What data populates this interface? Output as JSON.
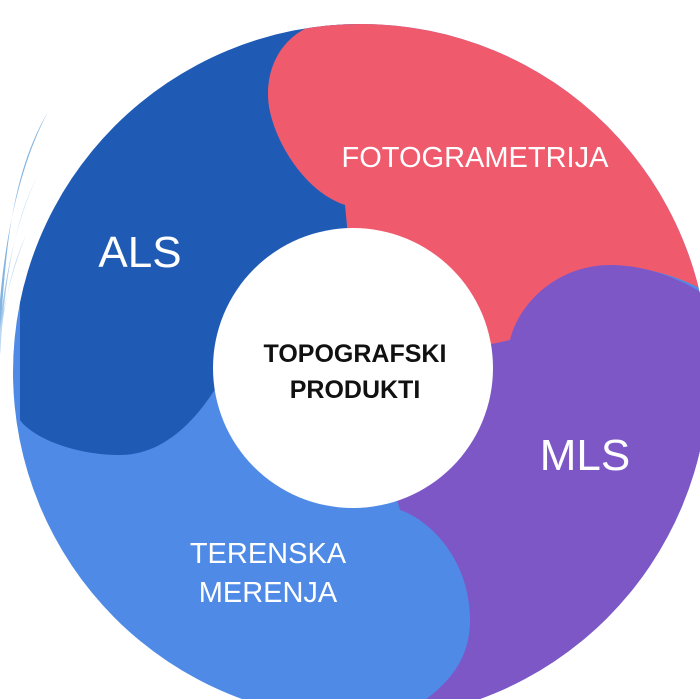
{
  "colors": {
    "als": "#1f5bb5",
    "fotogrametrija": "#ef5a6d",
    "mls": "#7e57c7",
    "terenska": "#4f8be6",
    "center": "#ffffff",
    "watermark": "#4a90d9"
  },
  "center": {
    "line1": "TOPOGRAFSKI",
    "line2": "PRODUKTI"
  },
  "segments": {
    "als": {
      "label": "ALS"
    },
    "fotogrametrija": {
      "label": "FOTOGRAMETRIJA"
    },
    "mls": {
      "label": "MLS"
    },
    "terenska": {
      "line1": "TERENSKA",
      "line2": "MERENJA"
    }
  }
}
